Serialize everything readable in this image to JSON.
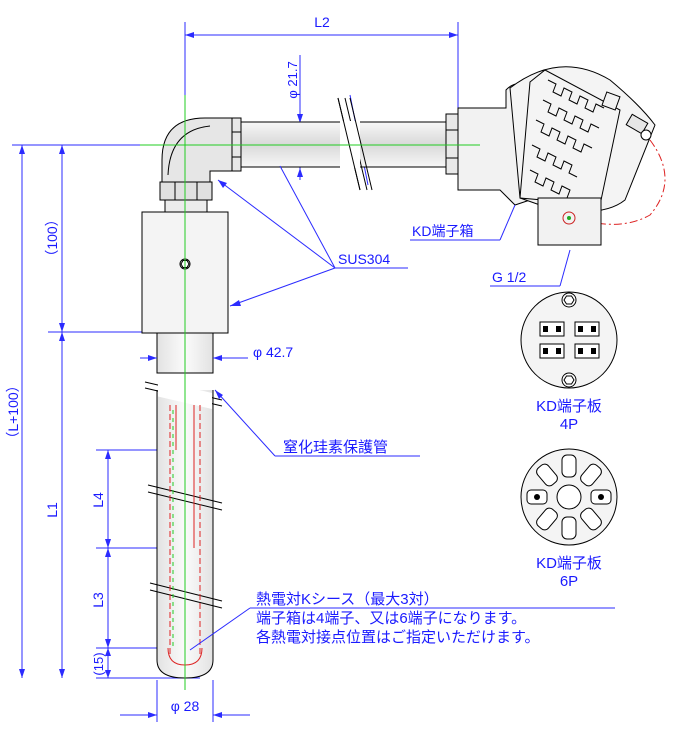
{
  "dimensions": {
    "l2": "L2",
    "phi_21_7": "φ 21.7",
    "d100": "（100）",
    "l_plus_100": "（L+100）",
    "l1": "L1",
    "phi_42_7": "φ 42.7",
    "l4": "L4",
    "l3": "L3",
    "d15": "(15)",
    "phi_28": "φ 28"
  },
  "labels": {
    "sus304": "SUS304",
    "kd_box": "KD端子箱",
    "g_half": "G 1/2",
    "protection_tube": "窒化珪素保護管",
    "board_4p_title": "KD端子板",
    "board_4p_pins": "4P",
    "board_6p_title": "KD端子板",
    "board_6p_pins": "6P"
  },
  "notes": {
    "line1": "熱電対Kシース（最大3対）",
    "line2": "端子箱は4端子、又は6端子になります。",
    "line3": "各熱電対接点位置はご指定いただけます。"
  },
  "colors": {
    "dimension": "#2b2bff",
    "centerline": "#22cc22",
    "sheath": "#dd2222",
    "part_fill": "#f2f2f2"
  }
}
